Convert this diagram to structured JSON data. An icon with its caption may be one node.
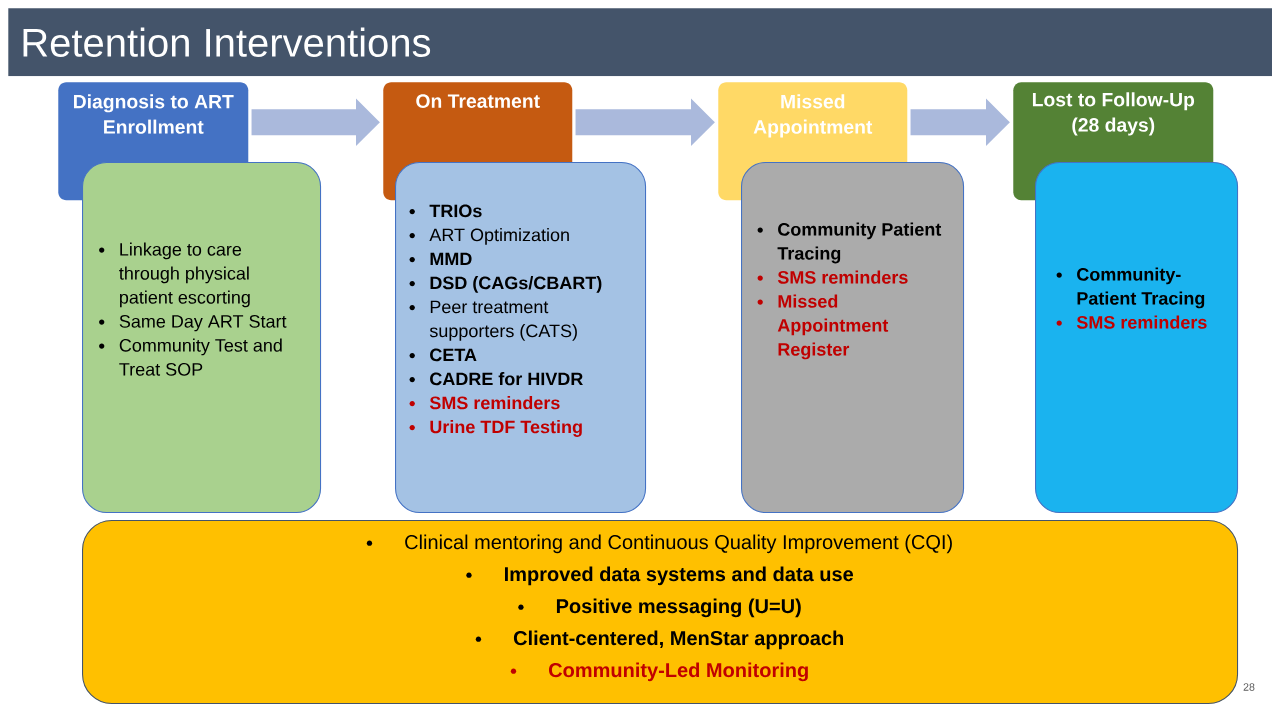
{
  "diagram": {
    "title": "Retention Interventions",
    "nodes": [
      {
        "text": [
          "Diagnosis to ART Enrollment"
        ]
      },
      {
        "text": [
          "Linkage to care through physical patient escorting",
          "Same Day ART Start",
          "Community Test and Treat SOP"
        ]
      },
      {
        "text": [
          "On Treatment"
        ]
      },
      {
        "text": [
          "TRIOs",
          "ART Optimization",
          "MMD",
          "DSD (CAGs/CBART)",
          "Peer treatment supporters (CATS)",
          "CETA",
          "CADRE for HIVDR",
          "SMS reminders",
          "Urine TDF Testing"
        ]
      },
      {
        "text": [
          "Missed Appointment"
        ]
      },
      {
        "text": [
          "Community Patient Tracing",
          "SMS reminders",
          "Missed Appointment Register"
        ]
      },
      {
        "text": [
          "Lost to Follow-Up (28 days)"
        ]
      },
      {
        "text": [
          "Community-Patient Tracing",
          "SMS reminders"
        ]
      },
      {
        "text": [
          "Clinical mentoring and Continuous Quality  Improvement (CQI)",
          "Improved data systems and data use",
          "Positive messaging (U=U)",
          "Client-centered, MenStar approach",
          "Community-Led Monitoring"
        ]
      }
    ],
    "edges": [
      {
        "from": 0,
        "to": 2,
        "arrow": "to"
      },
      {
        "from": 2,
        "to": 4,
        "arrow": "to"
      },
      {
        "from": 4,
        "to": 6,
        "arrow": "to"
      }
    ],
    "labels": [
      "28"
    ]
  }
}
